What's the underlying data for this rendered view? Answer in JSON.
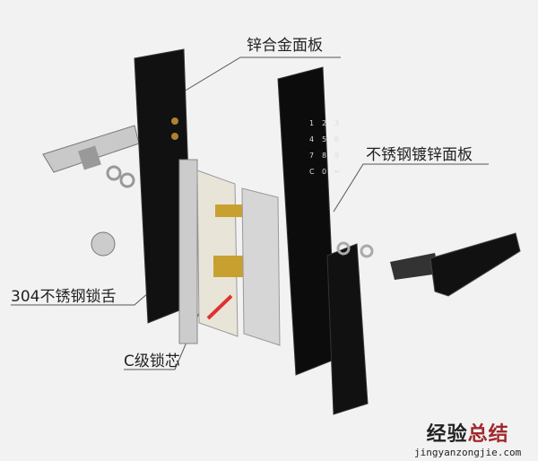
{
  "labels": {
    "zinc_panel": "锌合金面板",
    "steel_panel": "不锈钢镀锌面板",
    "latch": "304不锈钢锁舌",
    "cylinder": "C级锁芯"
  },
  "keypad": [
    "1",
    "2",
    "3",
    "4",
    "5",
    "6",
    "7",
    "8",
    "9",
    "C",
    "0",
    "↵"
  ],
  "watermark": {
    "cn_a": "经验",
    "cn_b": "总结",
    "en": "jingyanzongjie.com"
  }
}
